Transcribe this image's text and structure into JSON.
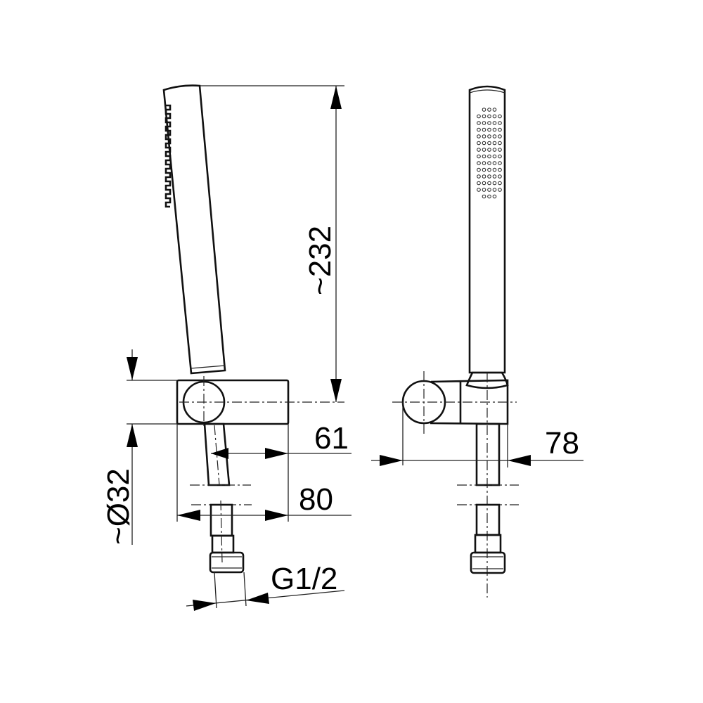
{
  "title": "Hand shower with wall bracket – dimension drawing",
  "dimensions": {
    "height": "~232",
    "diameter": "~Ø32",
    "depth_61": "61",
    "depth_80": "80",
    "thread": "G1/2",
    "width_78": "78"
  },
  "colors": {
    "line": "#111111",
    "background": "#ffffff"
  }
}
